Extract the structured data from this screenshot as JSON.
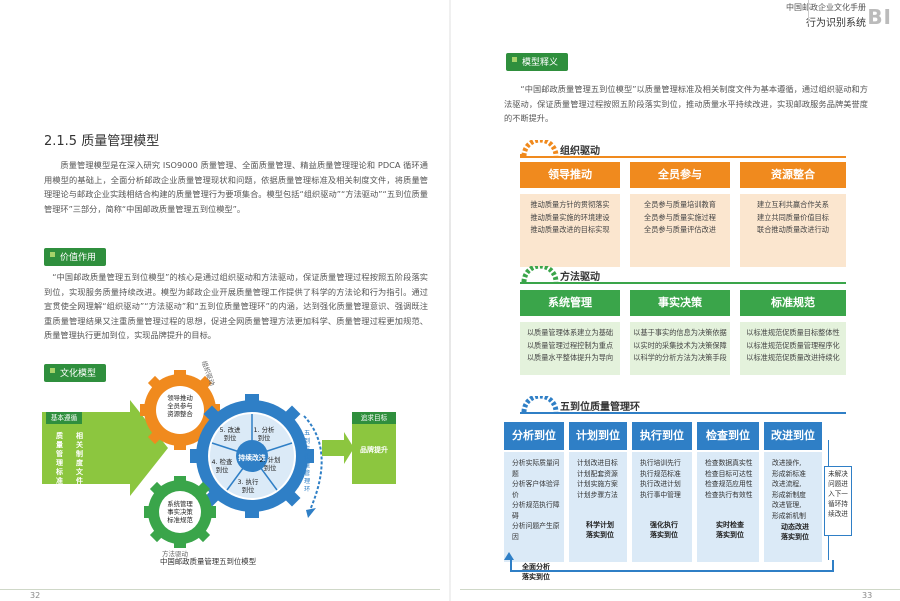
{
  "header": {
    "title": "中国邮政企业文化手册",
    "subtitle": "行为识别系统",
    "bi": "BI"
  },
  "left": {
    "section_title": "2.1.5 质量管理模型",
    "intro": "质量管理模型是在深入研究 ISO9000 质量管理、全面质量管理、精益质量管理理论和 PDCA 循环通用模型的基础上，全面分析邮政企业质量管理现状和问题，依据质量管理标准及相关制度文件，将质量管理理论与邮政企业实践相结合构建的质量管理行为要项集合。模型包括“组织驱动”“方法驱动”“五到位质量管理环”三部分，简称“中国邮政质量管理五到位模型”。",
    "value_tag": "价值作用",
    "value_text": "“中国邮政质量管理五到位模型”的核心是通过组织驱动和方法驱动，保证质量管理过程按照五阶段落实到位，实现服务质量持续改进。模型为邮政企业开展质量管理工作提供了科学的方法论和行为指引。通过宣贯使全网理解“组织驱动”“方法驱动”和“五到位质量管理环”的内涵，达到强化质量管理意识、强调既注重质量管理结果又注重质量管理过程的思想，促进全网质量管理方法更加科学、质量管理过程更加规范、质量管理执行更加到位，实现品牌提升的目标。",
    "culture_tag": "文化模型",
    "diagram": {
      "left_box_title": "基本遵循",
      "left_col1": "质量管理标准",
      "left_col2": "相关制度文件",
      "right_box_title": "追求目标",
      "right_box_text": "品牌提升",
      "gear_org": "领导推动\n全员参与\n资源整合",
      "gear_org_arc": "组织驱动",
      "gear_method": "系统管理\n事实决策\n标准规范",
      "gear_method_arc": "方法驱动",
      "center": "持续改进",
      "seg1": "1. 分析\n到位",
      "seg2": "2. 计划\n到位",
      "seg3": "3. 执行\n到位",
      "seg4": "4. 检查\n到位",
      "seg5": "5. 改进\n到位",
      "ring_label": "五到位质量管理环",
      "caption": "中国邮政质量管理五到位模型"
    },
    "page_number": "32"
  },
  "right": {
    "model_tag": "模型释义",
    "model_text": "“中国邮政质量管理五到位模型”以质量管理标准及相关制度文件为基本遵循，通过组织驱动和方法驱动，保证质量管理过程按照五阶段落实到位，推动质量水平持续改进，实现邮政服务品牌美誉度的不断提升。",
    "org": {
      "title": "组织驱动",
      "columns": [
        {
          "head": "领导推动",
          "items": [
            "推动质量方针的贯彻落实",
            "推动质量实施的环境建设",
            "推动质量改进的目标实现"
          ]
        },
        {
          "head": "全员参与",
          "items": [
            "全员参与质量培训教育",
            "全员参与质量实施过程",
            "全员参与质量评估改进"
          ]
        },
        {
          "head": "资源整合",
          "items": [
            "建立互利共赢合作关系",
            "建立共同质量价值目标",
            "联合推动质量改进行动"
          ]
        }
      ]
    },
    "method": {
      "title": "方法驱动",
      "columns": [
        {
          "head": "系统管理",
          "items": [
            "以质量管理体系建立为基础",
            "以质量管理过程控制为重点",
            "以质量水平整体提升为导向"
          ]
        },
        {
          "head": "事实决策",
          "items": [
            "以基于事实的信息为决策依据",
            "以实时的采集技术为决策保障",
            "以科学的分析方法为决策手段"
          ]
        },
        {
          "head": "标准规范",
          "items": [
            "以标准规范促质量目标整体性",
            "以标准规范促质量管理程序化",
            "以标准规范促质量改进持续化"
          ]
        }
      ]
    },
    "loop": {
      "title": "五到位质量管理环",
      "steps": [
        {
          "head": "分析到位",
          "items": [
            "分析实际质量问题",
            "分析客户体验评价",
            "分析规范执行障碍",
            "分析问题产生原因"
          ],
          "foot": "全面分析\n落实到位"
        },
        {
          "head": "计划到位",
          "items": [
            "计划改进目标",
            "计划配套资源",
            "计划实施方案",
            "计划步骤方法"
          ],
          "foot": "科学计划\n落实到位"
        },
        {
          "head": "执行到位",
          "items": [
            "执行培训先行",
            "执行规范标准",
            "执行改进计划",
            "执行事中管理"
          ],
          "foot": "强化执行\n落实到位"
        },
        {
          "head": "检查到位",
          "items": [
            "检查数据真实性",
            "检查目标可达性",
            "检查规范应用性",
            "检查执行有效性"
          ],
          "foot": "实时检查\n落实到位"
        },
        {
          "head": "改进到位",
          "items": [
            "改进操作,",
            "形成新标准",
            "改进流程,",
            "形成新制度",
            "改进管理,",
            "形成新机制"
          ],
          "foot": "动态改进\n落实到位"
        }
      ],
      "side": "未解决问题进入下一循环持续改进"
    },
    "page_number": "33"
  }
}
